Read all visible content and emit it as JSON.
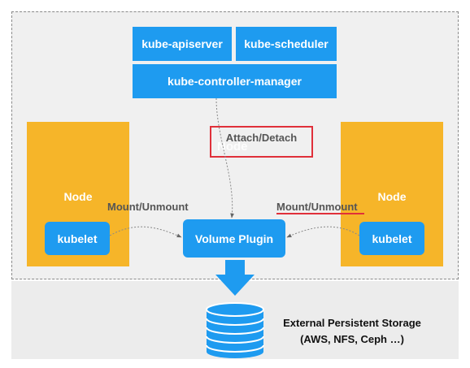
{
  "components": {
    "apiserver": "kube-apiserver",
    "scheduler": "kube-scheduler",
    "controller_manager": "kube-controller-manager",
    "volume_plugin": "Volume Plugin"
  },
  "nodes": {
    "left": {
      "label": "Node",
      "kubelet": "kubelet"
    },
    "right": {
      "label": "Node",
      "kubelet": "kubelet"
    }
  },
  "annotations": {
    "attach_detach": "Attach/Detach",
    "ghost_node": "Node",
    "mount_left": "Mount/Unmount",
    "mount_right": "Mount/Unmount"
  },
  "storage": {
    "line1": "External Persistent Storage",
    "line2": "(AWS, NFS, Ceph …)"
  },
  "colors": {
    "component_blue": "#1e9bf0",
    "node_orange": "#f6b529",
    "highlight_red": "#e0303a"
  },
  "icons": [
    "down-arrow-icon",
    "database-icon"
  ]
}
